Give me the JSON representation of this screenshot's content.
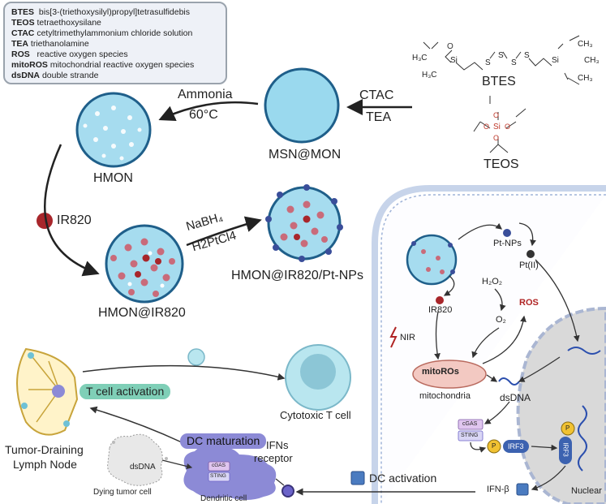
{
  "abbreviations": [
    {
      "key": "BTES",
      "value": "bis[3-(triethoxysilyl)propyl]tetrasulfidebis"
    },
    {
      "key": "TEOS",
      "value": "tetraethoxysilane"
    },
    {
      "key": "CTAC",
      "value": "cetyltrimethylammonium chloride solution"
    },
    {
      "key": "TEA",
      "value": "triethanolamine"
    },
    {
      "key": "ROS",
      "value": "reactive oxygen species"
    },
    {
      "key": "mitoROS",
      "value": "mitochondrial reactive oxygen species"
    },
    {
      "key": "dsDNA",
      "value": "double strande"
    }
  ],
  "synthesis": {
    "ammonia": "Ammonia",
    "temp": "60°C",
    "ctac": "CTAC",
    "tea": "TEA",
    "msn_mon": "MSN@MON",
    "hmon": "HMON",
    "ir820": "IR820",
    "nabh4": "NaBH₄",
    "h2ptcl4": "H2PtCl4",
    "hmon_ir820": "HMON@IR820",
    "hmon_ir820_pt": "HMON@IR820/Pt-NPs",
    "btes": "BTES",
    "teos": "TEOS"
  },
  "chem": {
    "h3c": "H₃C",
    "ch3": "CH₃",
    "si": "Si",
    "o": "O",
    "s": "S"
  },
  "cell": {
    "pt_nps": "Pt-NPs",
    "pt_ii": "Pt(II)",
    "h2o2": "H₂O₂",
    "o2": "O₂",
    "ir820": "IR820",
    "ros": "ROS",
    "nir": "NIR",
    "mitoros": "mitoROs",
    "mitochondria": "mitochondria",
    "dsdna": "dsDNA",
    "cgas": "cGAS",
    "sting": "STING",
    "p": "P",
    "irf3": "IRF3",
    "ifn_beta": "IFN-β",
    "nuclear": "Nuclear"
  },
  "immune": {
    "t_cell_activation": "T cell activation",
    "cytotoxic_t_cell": "Cytotoxic T cell",
    "lymph_node_line1": "Tumor-Draining",
    "lymph_node_line2": "Lymph Node",
    "dc_maturation": "DC maturation",
    "ifns_line1": "IFNs",
    "ifns_line2": "receptor",
    "dc_activation": "DC activation",
    "dying_tumor_cell": "Dying tumor cell",
    "dendritic_cell": "Dendritic cell",
    "dsdna": "dsDNA",
    "cgas": "cGAS",
    "sting": "STING"
  },
  "colors": {
    "particle_fill": "#9ad9ee",
    "particle_border": "#1f5f8a",
    "ir820_red": "#a8262b",
    "pt_blue": "#3a4e9a",
    "pink": "#e58fa2",
    "teal_pill": "#7fcfb7",
    "dc_purple": "#8c8ad6",
    "cell_membrane": "#c7d4ea",
    "nucleus": "#d9d9d9",
    "ros_red": "#b02424",
    "irf3_blue": "#3c62b0",
    "p_yellow": "#f1c232"
  }
}
